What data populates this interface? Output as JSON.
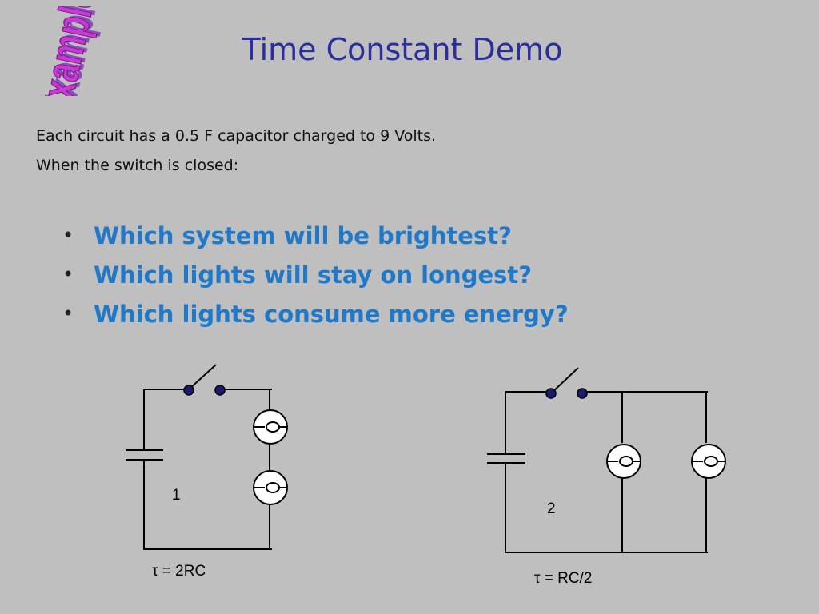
{
  "badge": {
    "text": "Example",
    "colors": {
      "fill": "#c83ad6",
      "shadow": "#8a4fb8"
    }
  },
  "title": "Time Constant Demo",
  "intro": [
    "Each circuit has a 0.5  F capacitor charged to 9 Volts.",
    "When the switch is closed:"
  ],
  "bullets": [
    "Which system will be brightest?",
    "Which lights will stay on longest?",
    "Which lights consume more energy?"
  ],
  "bullet_glyph": "•",
  "circuits": [
    {
      "number": "1",
      "tau_label": "τ = 2RC",
      "arrangement": "series",
      "bulbs": 2
    },
    {
      "number": "2",
      "tau_label": "τ = RC/2",
      "arrangement": "parallel",
      "bulbs": 2
    }
  ],
  "colors": {
    "background": "#bfbfbf",
    "title": "#2b2f9e",
    "bullet_text": "#1f78c8",
    "switch_contact": "#1a1a6e"
  }
}
